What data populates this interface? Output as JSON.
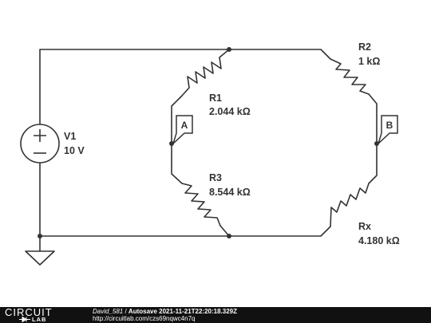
{
  "circuit": {
    "source": {
      "name": "V1",
      "value": "10 V"
    },
    "resistors": [
      {
        "name": "R1",
        "value": "2.044 kΩ"
      },
      {
        "name": "R2",
        "value": "1 kΩ"
      },
      {
        "name": "R3",
        "value": "8.544 kΩ"
      },
      {
        "name": "Rx",
        "value": "4.180 kΩ"
      }
    ],
    "probes": [
      {
        "label": "A"
      },
      {
        "label": "B"
      }
    ],
    "ground": {
      "icon": "ground-icon"
    }
  },
  "footer": {
    "logo_top": "CIRCUIT",
    "logo_bottom": "LAB",
    "user": "David_581",
    "separator": " / ",
    "title": "Autosave 2021-11-21T22:20:18.329Z",
    "url": "http://circuitlab.com/czs69nqwc4n7q"
  },
  "colors": {
    "wire": "#333333",
    "background": "#ffffff",
    "footer_bg": "#111111",
    "footer_text": "#ffffff"
  }
}
